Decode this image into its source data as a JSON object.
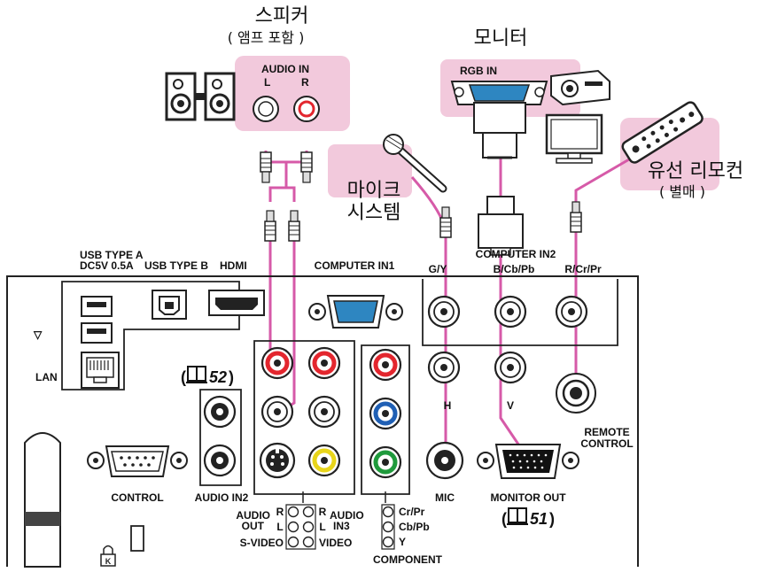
{
  "devices": {
    "speaker": {
      "label": "스피커",
      "sub": "( 앰프 포함 )"
    },
    "monitor": {
      "label": "모니터"
    },
    "mic": {
      "label_line1": "마이크",
      "label_line2": "시스템"
    },
    "remote": {
      "label": "유선 리모컨",
      "sub": "( 별매 )"
    }
  },
  "external": {
    "audio_in": "AUDIO IN",
    "audio_l": "L",
    "audio_r": "R",
    "rgb_in": "RGB IN"
  },
  "panel": {
    "usb_a_line1": "USB TYPE A",
    "usb_a_line2": "DC5V 0.5A",
    "usb_b": "USB TYPE B",
    "hdmi": "HDMI",
    "computer_in1": "COMPUTER IN1",
    "computer_in2": "COMPUTER IN2",
    "g_y": "G/Y",
    "b_cb_pb": "B/Cb/Pb",
    "r_cr_pr": "R/Cr/Pr",
    "h": "H",
    "v": "V",
    "lan": "LAN",
    "triangle": "▽",
    "ref52": "52",
    "ref51": "51",
    "remote_control_line1": "REMOTE",
    "remote_control_line2": "CONTROL",
    "control": "CONTROL",
    "audio_in2": "AUDIO IN2",
    "mic": "MIC",
    "monitor_out": "MONITOR OUT",
    "audio_out_line1": "AUDIO",
    "audio_out_line2": "OUT",
    "r": "R",
    "l": "L",
    "audio_in3_line1": "AUDIO",
    "audio_in3_line2": "IN3",
    "s_video": "S-VIDEO",
    "video": "VIDEO",
    "cr_pr": "Cr/Pr",
    "cb_pb": "Cb/Pb",
    "y": "Y",
    "component": "COMPONENT"
  },
  "colors": {
    "highlight": "#f2c9dc",
    "cable": "#d65aa8",
    "red_jack": "#e3262e",
    "blue_jack": "#1f5fb4",
    "green_jack": "#1f9a3c",
    "yellow_jack": "#e8d51a",
    "vga_blue": "#2e86c1"
  }
}
